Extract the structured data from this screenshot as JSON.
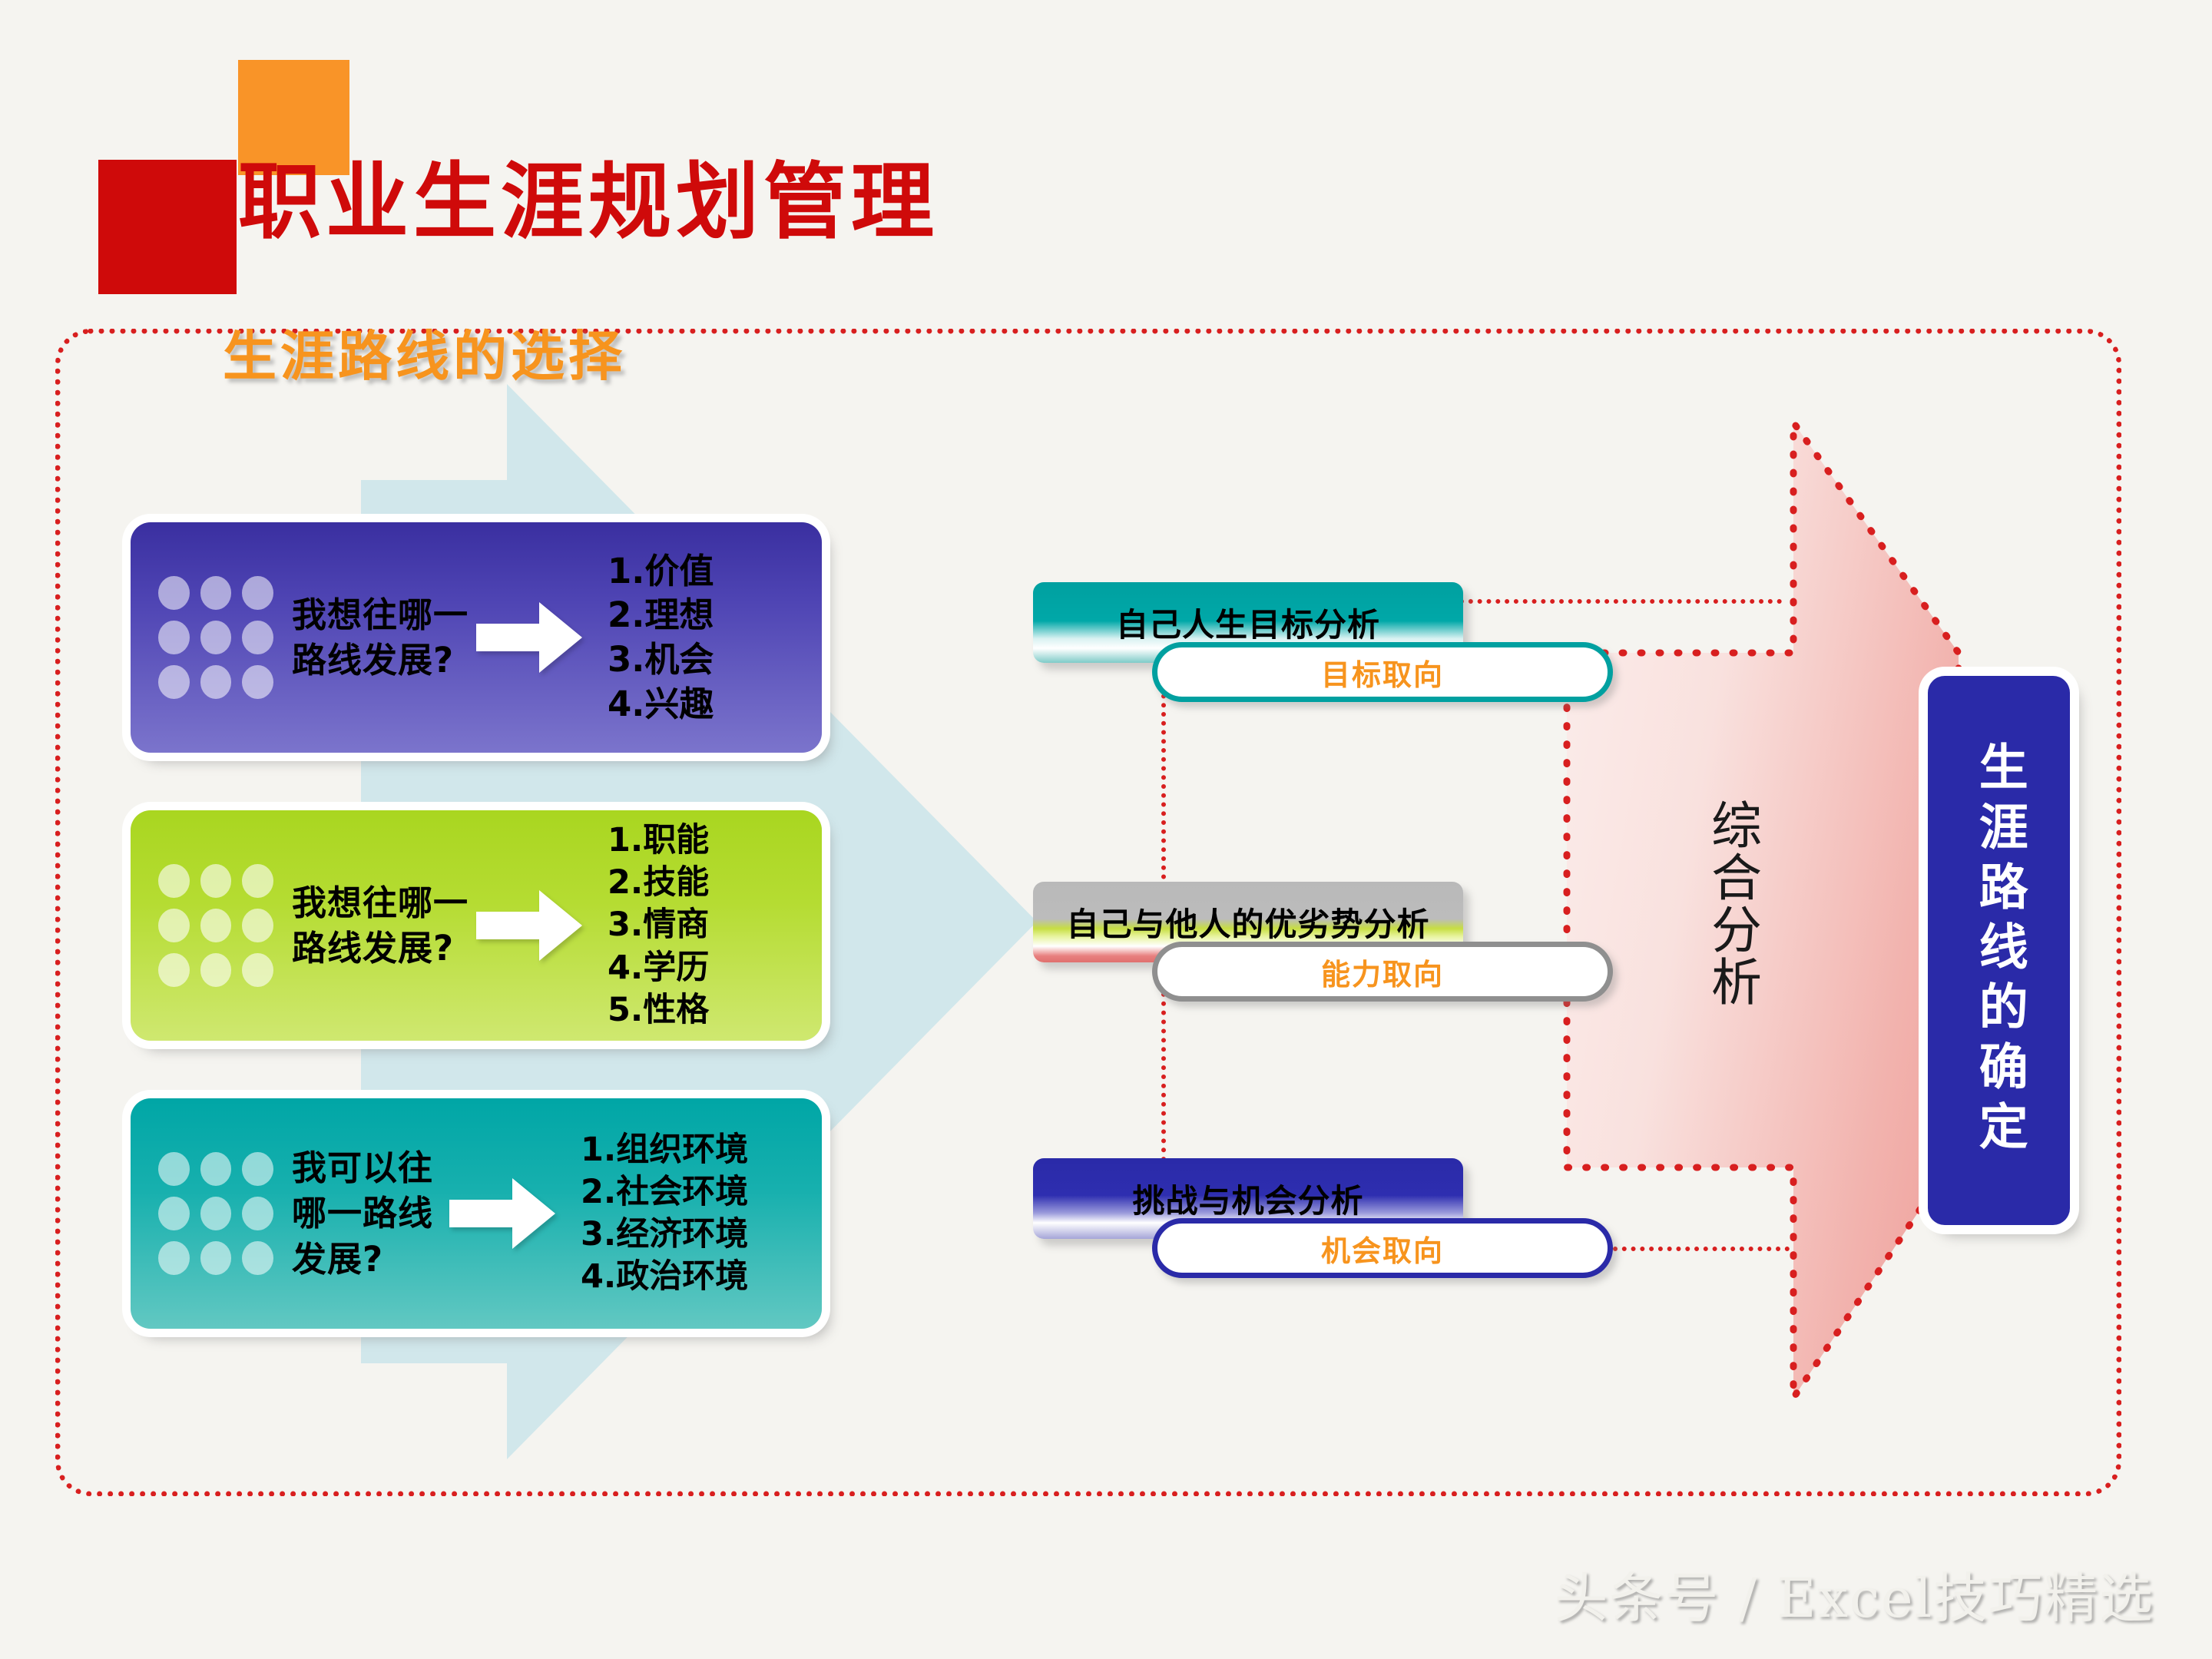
{
  "header": {
    "title": "职业生涯规划管理",
    "subtitle": "生涯路线的选择",
    "accent_red": "#cf0a0a",
    "accent_orange": "#f99428"
  },
  "left_boxes": [
    {
      "question": "我想往哪一路线发展?",
      "items": "1.价值\n2.理想\n3.机会\n4.兴趣",
      "color": "#4f45b4",
      "arrow_icon": "right-arrow-icon"
    },
    {
      "question": "我想往哪一路线发展?",
      "items": "1.职能\n2.技能\n3.情商\n4.学历\n5.性格",
      "color": "#b5dc32",
      "arrow_icon": "right-arrow-icon"
    },
    {
      "question": "我可以往哪一路线发展?",
      "items": "1.组织环境\n2.社会环境\n3.经济环境\n4.政治环境",
      "color": "#17b0ae",
      "arrow_icon": "right-arrow-icon"
    }
  ],
  "middle_cards": [
    {
      "title": "自己人生目标分析",
      "badge": "目标取向",
      "color": "#00a0a0"
    },
    {
      "title": "自己与他人的优劣势分析",
      "badge": "能力取向",
      "color": "#8f8f8f"
    },
    {
      "title": "挑战与机会分析",
      "badge": "机会取向",
      "color": "#2a2aa8"
    }
  ],
  "synthesis": {
    "label": "综合分析",
    "arrow_color": "#ee9c97",
    "border_color": "#d81f1f"
  },
  "result": {
    "label": "生涯路线的确定",
    "color": "#2a2aa8"
  },
  "footer": {
    "text": "头条号 / Excel技巧精选"
  }
}
